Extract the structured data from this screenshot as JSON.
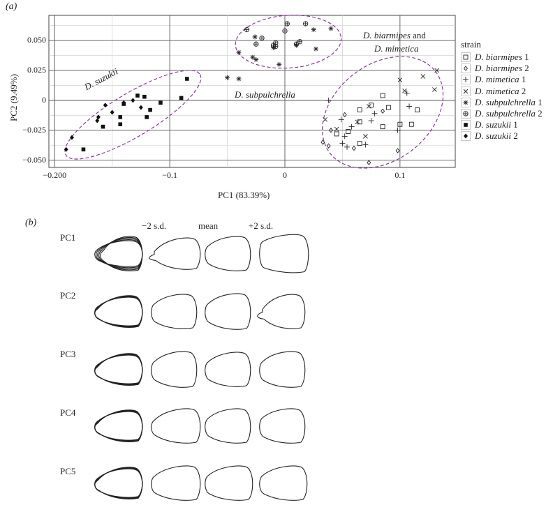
{
  "figure": {
    "panel_a_label": "(a)",
    "panel_b_label": "(b)"
  },
  "chart_data": {
    "type": "scatter",
    "xlabel": "PC1 (83.39%)",
    "ylabel": "PC2 (9.49%)",
    "xlim": [
      -0.205,
      0.148
    ],
    "ylim": [
      -0.056,
      0.071
    ],
    "xticks": [
      -0.2,
      -0.1,
      0,
      0.1
    ],
    "xtick_labels": [
      "−0.200",
      "−0.1",
      "0",
      "0.1"
    ],
    "yticks": [
      -0.05,
      -0.025,
      0,
      0.025,
      0.05
    ],
    "ytick_labels": [
      "−0.050",
      "−0.025",
      "0",
      "0.025",
      "0.050"
    ],
    "grid": true,
    "legend_title": "strain",
    "legend_placement": "right",
    "series": [
      {
        "name_species": "D. biarmipes",
        "name_num": "1",
        "marker": "square",
        "points": [
          [
            0.065,
            -0.008
          ],
          [
            0.075,
            -0.004
          ],
          [
            0.085,
            0.004
          ],
          [
            0.09,
            -0.006
          ],
          [
            0.11,
            -0.02
          ],
          [
            0.115,
            -0.008
          ],
          [
            0.065,
            -0.018
          ],
          [
            0.085,
            -0.022
          ],
          [
            0.055,
            -0.026
          ],
          [
            0.065,
            -0.036
          ],
          [
            0.045,
            -0.028
          ],
          [
            0.1,
            -0.02
          ]
        ]
      },
      {
        "name_species": "D. biarmipes",
        "name_num": "2",
        "marker": "diamond",
        "points": [
          [
            0.04,
            -0.025
          ],
          [
            0.033,
            -0.035
          ],
          [
            0.052,
            -0.012
          ],
          [
            0.06,
            -0.04
          ],
          [
            0.073,
            -0.052
          ],
          [
            0.098,
            -0.042
          ],
          [
            0.085,
            -0.009
          ],
          [
            0.038,
            -0.038
          ]
        ]
      },
      {
        "name_species": "D. mimetica",
        "name_num": "1",
        "marker": "plus",
        "points": [
          [
            0.038,
            0.0
          ],
          [
            0.049,
            -0.016
          ],
          [
            0.058,
            -0.022
          ],
          [
            0.052,
            -0.03
          ],
          [
            0.054,
            -0.039
          ],
          [
            0.07,
            -0.037
          ],
          [
            0.078,
            -0.011
          ],
          [
            0.075,
            -0.017
          ],
          [
            0.098,
            -0.025
          ],
          [
            0.106,
            0.006
          ],
          [
            0.108,
            -0.005
          ],
          [
            0.05,
            -0.036
          ]
        ]
      },
      {
        "name_species": "D. mimetica",
        "name_num": "2",
        "marker": "cross",
        "points": [
          [
            0.035,
            -0.016
          ],
          [
            0.063,
            -0.018
          ],
          [
            0.073,
            -0.005
          ],
          [
            0.104,
            0.008
          ],
          [
            0.12,
            0.02
          ],
          [
            0.132,
            0.025
          ],
          [
            0.13,
            0.009
          ],
          [
            0.07,
            -0.03
          ],
          [
            0.045,
            -0.024
          ],
          [
            0.1,
            0.017
          ]
        ]
      },
      {
        "name_species": "D. subpulchrella",
        "name_num": "1",
        "marker": "asterisk",
        "points": [
          [
            -0.04,
            0.04
          ],
          [
            -0.026,
            0.053
          ],
          [
            -0.025,
            0.034
          ],
          [
            -0.01,
            0.044
          ],
          [
            0.01,
            0.046
          ],
          [
            0.025,
            0.059
          ],
          [
            0.027,
            0.043
          ],
          [
            0.04,
            0.06
          ],
          [
            -0.005,
            0.03
          ],
          [
            -0.05,
            0.019
          ],
          [
            -0.04,
            0.018
          ],
          [
            -0.028,
            0.036
          ]
        ]
      },
      {
        "name_species": "D. subpulchrella",
        "name_num": "2",
        "marker": "circled-plus",
        "points": [
          [
            -0.033,
            0.059
          ],
          [
            -0.025,
            0.047
          ],
          [
            -0.02,
            0.052
          ],
          [
            -0.008,
            0.048
          ],
          [
            0.0,
            0.058
          ],
          [
            0.002,
            0.064
          ],
          [
            0.01,
            0.047
          ],
          [
            0.018,
            0.064
          ],
          [
            -0.01,
            0.046
          ],
          [
            0.013,
            0.049
          ],
          [
            -0.008,
            0.045
          ]
        ]
      },
      {
        "name_species": "D. suzukii",
        "name_num": "1",
        "marker": "filled-square",
        "points": [
          [
            -0.085,
            0.018
          ],
          [
            -0.09,
            0.002
          ],
          [
            -0.108,
            -0.002
          ],
          [
            -0.117,
            -0.008
          ],
          [
            -0.122,
            0.003
          ],
          [
            -0.128,
            0.004
          ],
          [
            -0.14,
            -0.003
          ],
          [
            -0.143,
            -0.02
          ],
          [
            -0.158,
            -0.022
          ],
          [
            -0.175,
            -0.041
          ],
          [
            -0.143,
            -0.014
          ],
          [
            -0.12,
            -0.014
          ]
        ]
      },
      {
        "name_species": "D. suzukii",
        "name_num": "2",
        "marker": "filled-diamond",
        "points": [
          [
            -0.19,
            -0.041
          ],
          [
            -0.185,
            -0.031
          ],
          [
            -0.162,
            -0.014
          ],
          [
            -0.163,
            -0.017
          ],
          [
            -0.156,
            -0.004
          ],
          [
            -0.15,
            -0.01
          ],
          [
            -0.14,
            -0.002
          ],
          [
            -0.125,
            -0.006
          ],
          [
            -0.132,
            0.0
          ]
        ]
      }
    ],
    "ellipses": [
      {
        "cx": -0.132,
        "cy": -0.012,
        "rx": 0.068,
        "ry": 0.018,
        "angle": -31
      },
      {
        "cx": 0.003,
        "cy": 0.049,
        "rx": 0.046,
        "ry": 0.022,
        "angle": -4
      },
      {
        "cx": 0.085,
        "cy": -0.01,
        "rx": 0.058,
        "ry": 0.04,
        "angle": -38
      }
    ]
  },
  "cluster_labels": {
    "suzukii": "D. suzukii",
    "subpulchrella": "D. subpulchrella",
    "biarmipes_line1": "D. biarmipes",
    "biarmipes_and": "and",
    "mimetica_line2": "D. mimetica"
  },
  "panel_b": {
    "col_minus": "−2 s.d.",
    "col_mean": "mean",
    "col_plus": "+2 s.d.",
    "rows": [
      "PC1",
      "PC2",
      "PC3",
      "PC4",
      "PC5"
    ]
  }
}
